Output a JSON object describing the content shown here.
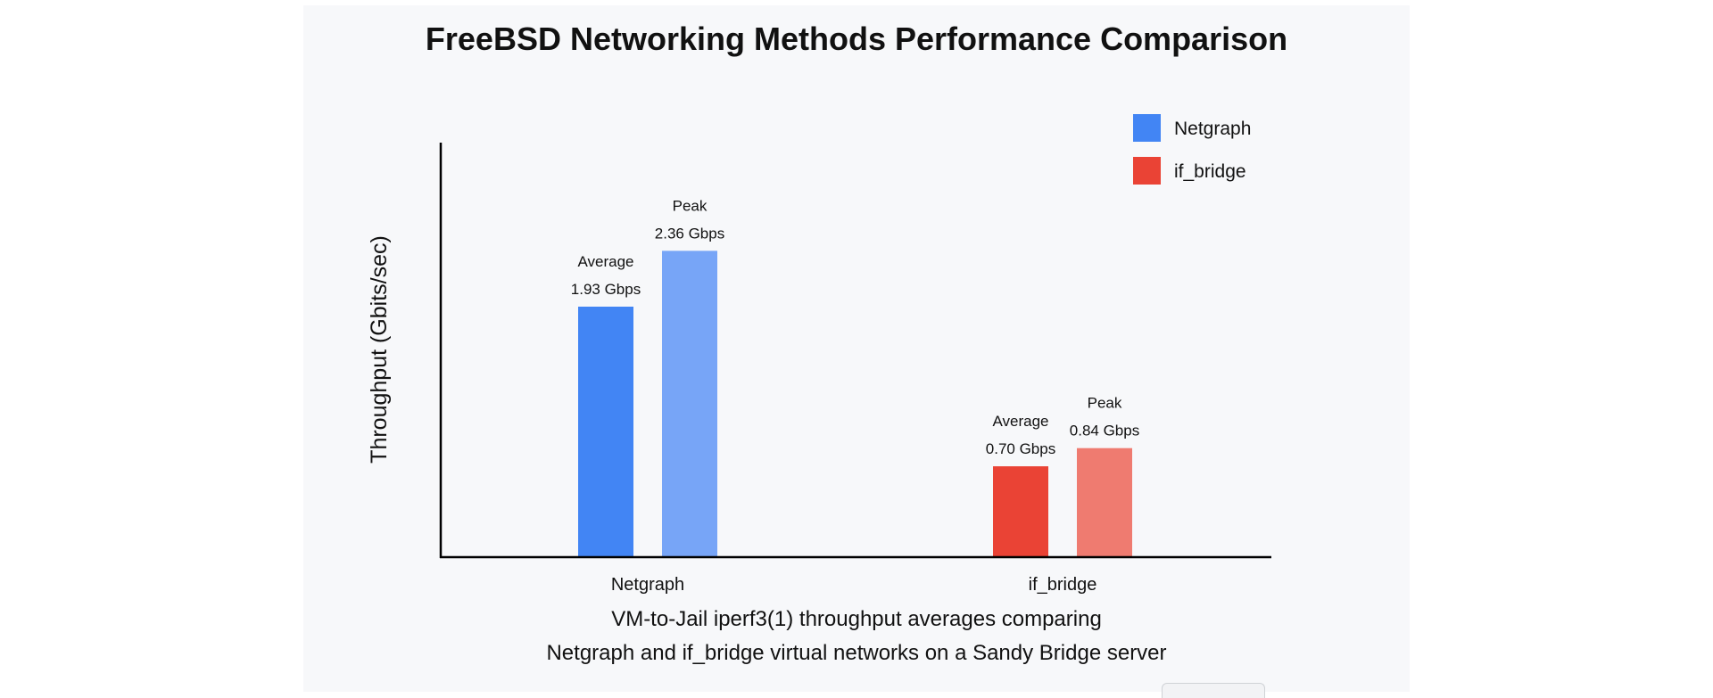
{
  "chart_data": {
    "type": "bar",
    "title": "FreeBSD Networking Methods Performance Comparison",
    "ylabel": "Throughput (Gbits/sec)",
    "categories": [
      "Netgraph",
      "if_bridge"
    ],
    "ylim": [
      0,
      3.1
    ],
    "grid": false,
    "legend_position": "top-right",
    "caption": [
      "VM-to-Jail iperf3(1) throughput averages comparing",
      "Netgraph and if_bridge virtual networks on a Sandy Bridge server"
    ],
    "legend": [
      {
        "label": "Netgraph",
        "color": "#4285f4"
      },
      {
        "label": "if_bridge",
        "color": "#ea4335"
      }
    ],
    "bars": [
      {
        "category": "Netgraph",
        "kind": "Average",
        "value": 1.93,
        "value_label": "1.93 Gbps",
        "color": "#4285f4"
      },
      {
        "category": "Netgraph",
        "kind": "Peak",
        "value": 2.36,
        "value_label": "2.36 Gbps",
        "color": "#77a5f7"
      },
      {
        "category": "if_bridge",
        "kind": "Average",
        "value": 0.7,
        "value_label": "0.70 Gbps",
        "color": "#ea4335"
      },
      {
        "category": "if_bridge",
        "kind": "Peak",
        "value": 0.84,
        "value_label": "0.84 Gbps",
        "color": "#ef7b70"
      }
    ]
  }
}
